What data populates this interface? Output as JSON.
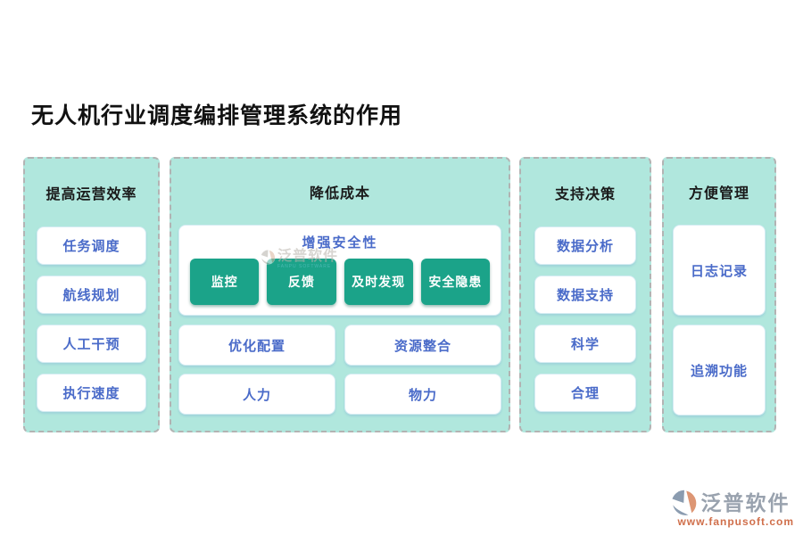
{
  "page": {
    "title": "无人机行业调度编排管理系统的作用"
  },
  "colors": {
    "column_bg": "#b0e7dd",
    "dashed_border": "#b3b3b3",
    "item_text_blue": "#4a6bc9",
    "green_button_bg": "#1ba389",
    "header_text": "#1a1a1a",
    "brand_gray": "#99a2ae",
    "brand_orange": "#d06f4b"
  },
  "columns": [
    {
      "header": "提高运营效率",
      "items": [
        "任务调度",
        "航线规划",
        "人工干预",
        "执行速度"
      ]
    },
    {
      "header": "降低成本",
      "panel": {
        "title": "增强安全性",
        "buttons": [
          "监控",
          "反馈",
          "及时发现",
          "安全隐患"
        ]
      },
      "rows": [
        [
          "优化配置",
          "资源整合"
        ],
        [
          "人力",
          "物力"
        ]
      ]
    },
    {
      "header": "支持决策",
      "items": [
        "数据分析",
        "数据支持",
        "科学",
        "合理"
      ]
    },
    {
      "header": "方便管理",
      "items": [
        "日志记录",
        "追溯功能"
      ]
    }
  ],
  "watermark": {
    "text": "泛普软件",
    "subtext": "FANPU SOFTWARE"
  },
  "footer": {
    "brand": "泛普软件",
    "url": "www.fanpusoft.com"
  }
}
